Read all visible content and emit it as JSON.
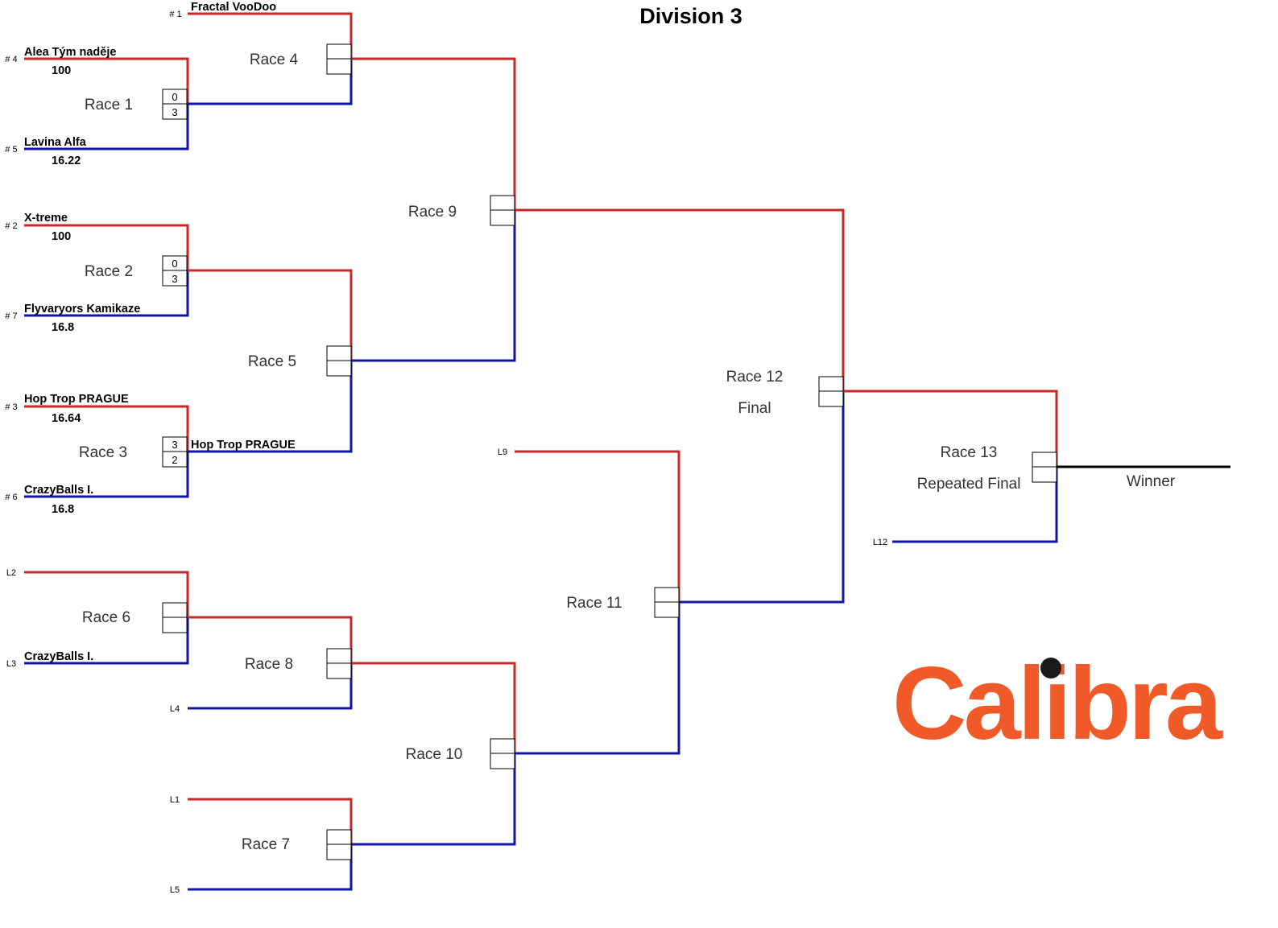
{
  "title": "Division 3",
  "colors": {
    "upper": "#c62828",
    "lower": "#1515a3",
    "logo": "#f05a28"
  },
  "logo_text": "Calibra",
  "seeds": {
    "s1": "# 1",
    "s2": "# 2",
    "s3": "# 3",
    "s4": "# 4",
    "s5": "# 5",
    "s6": "# 6",
    "s7": "# 7"
  },
  "losers": {
    "L1": "L1",
    "L2": "L2",
    "L3": "L3",
    "L4": "L4",
    "L5": "L5",
    "L9": "L9",
    "L12": "L12"
  },
  "teams": {
    "fractal": "Fractal VooDoo",
    "alea": "Alea Tým naděje",
    "alea_time": "100",
    "lavina": "Lavina Alfa",
    "lavina_time": "16.22",
    "xtreme": "X-treme",
    "xtreme_time": "100",
    "flyvaryors": "Flyvaryors Kamikaze",
    "flyvaryors_time": "16.8",
    "hoptrop": "Hop Trop PRAGUE",
    "hoptrop_time": "16.64",
    "crazyballs": "CrazyBalls I.",
    "crazyballs_time": "16.8",
    "race3_winner": "Hop Trop PRAGUE",
    "race6_lower": "CrazyBalls I."
  },
  "races": {
    "r1": {
      "label": "Race 1",
      "top": "0",
      "bottom": "3"
    },
    "r2": {
      "label": "Race 2",
      "top": "0",
      "bottom": "3"
    },
    "r3": {
      "label": "Race 3",
      "top": "3",
      "bottom": "2"
    },
    "r4": {
      "label": "Race 4"
    },
    "r5": {
      "label": "Race 5"
    },
    "r6": {
      "label": "Race 6"
    },
    "r7": {
      "label": "Race 7"
    },
    "r8": {
      "label": "Race 8"
    },
    "r9": {
      "label": "Race 9"
    },
    "r10": {
      "label": "Race 10"
    },
    "r11": {
      "label": "Race 11"
    },
    "r12": {
      "label": "Race 12",
      "sub": "Final"
    },
    "r13": {
      "label": "Race 13",
      "sub": "Repeated Final"
    }
  },
  "winner_label": "Winner"
}
